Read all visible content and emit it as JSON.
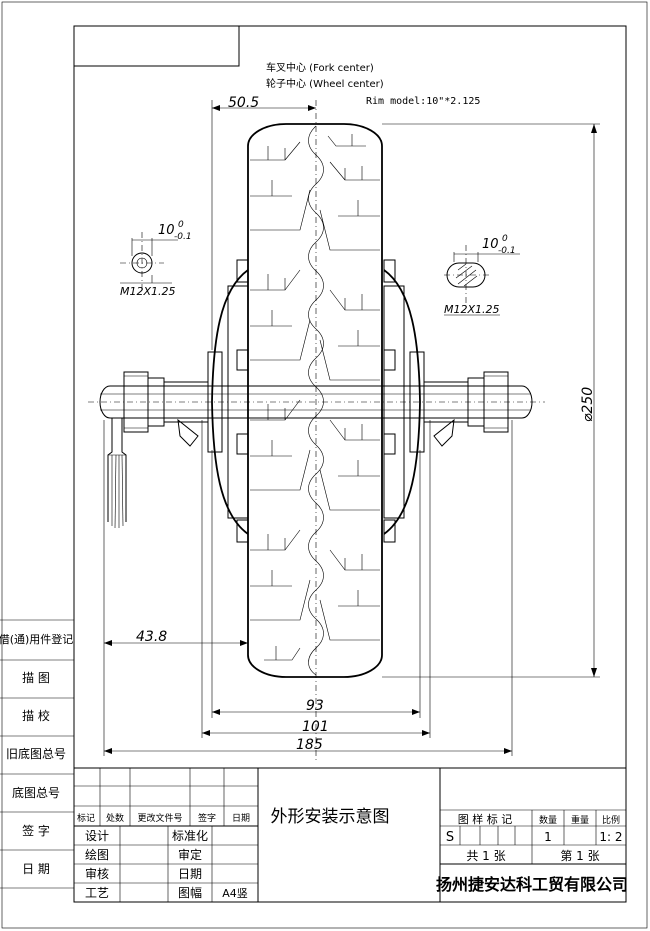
{
  "notes": {
    "fork_center": "车叉中心 (Fork center)",
    "wheel_center": "轮子中心 (Wheel center)",
    "rim_model": "Rim model:10\"*2.125"
  },
  "dimensions": {
    "top_offset": "50.5",
    "left_offset": "43.8",
    "inner_width": "93",
    "mid_width": "101",
    "overall_width": "185",
    "diameter": "⌀250",
    "thread_left": "M12X1.25",
    "thread_right": "M12X1.25",
    "tol_left_main": "10",
    "tol_left_upper": "0",
    "tol_left_lower": "-0.1",
    "tol_right_main": "10",
    "tol_right_upper": "0",
    "tol_right_lower": "-0.1"
  },
  "side_labels": [
    "借(通)用件登记",
    "描 图",
    "描 校",
    "旧底图总号",
    "底图总号",
    "签 字",
    "日 期"
  ],
  "title_block": {
    "header": [
      "标记",
      "处数",
      "更改文件号",
      "签字",
      "日期"
    ],
    "left_rows": [
      [
        "设计",
        "标准化"
      ],
      [
        "绘图",
        "审定"
      ],
      [
        "审核",
        "日期"
      ],
      [
        "工艺",
        "图幅"
      ]
    ],
    "paper_size": "A4竖",
    "drawing_title": "外形安装示意图",
    "mark_header": "图 样 标 记",
    "qty_header": "数量",
    "weight_header": "重量",
    "scale_header": "比例",
    "mark_value": "S",
    "qty_value": "1",
    "scale_value": "1: 2",
    "sheets_total": "共 1 张",
    "sheet_no": "第 1 张",
    "company": "扬州捷安达科工贸有限公司"
  }
}
